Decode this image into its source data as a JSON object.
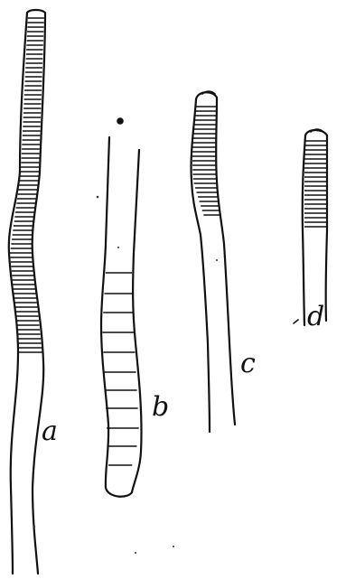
{
  "figure": {
    "labels": {
      "a": "a",
      "b": "b",
      "c": "c",
      "d": "d"
    },
    "colors": {
      "ink": "#111111",
      "paper": "#ffffff"
    }
  }
}
